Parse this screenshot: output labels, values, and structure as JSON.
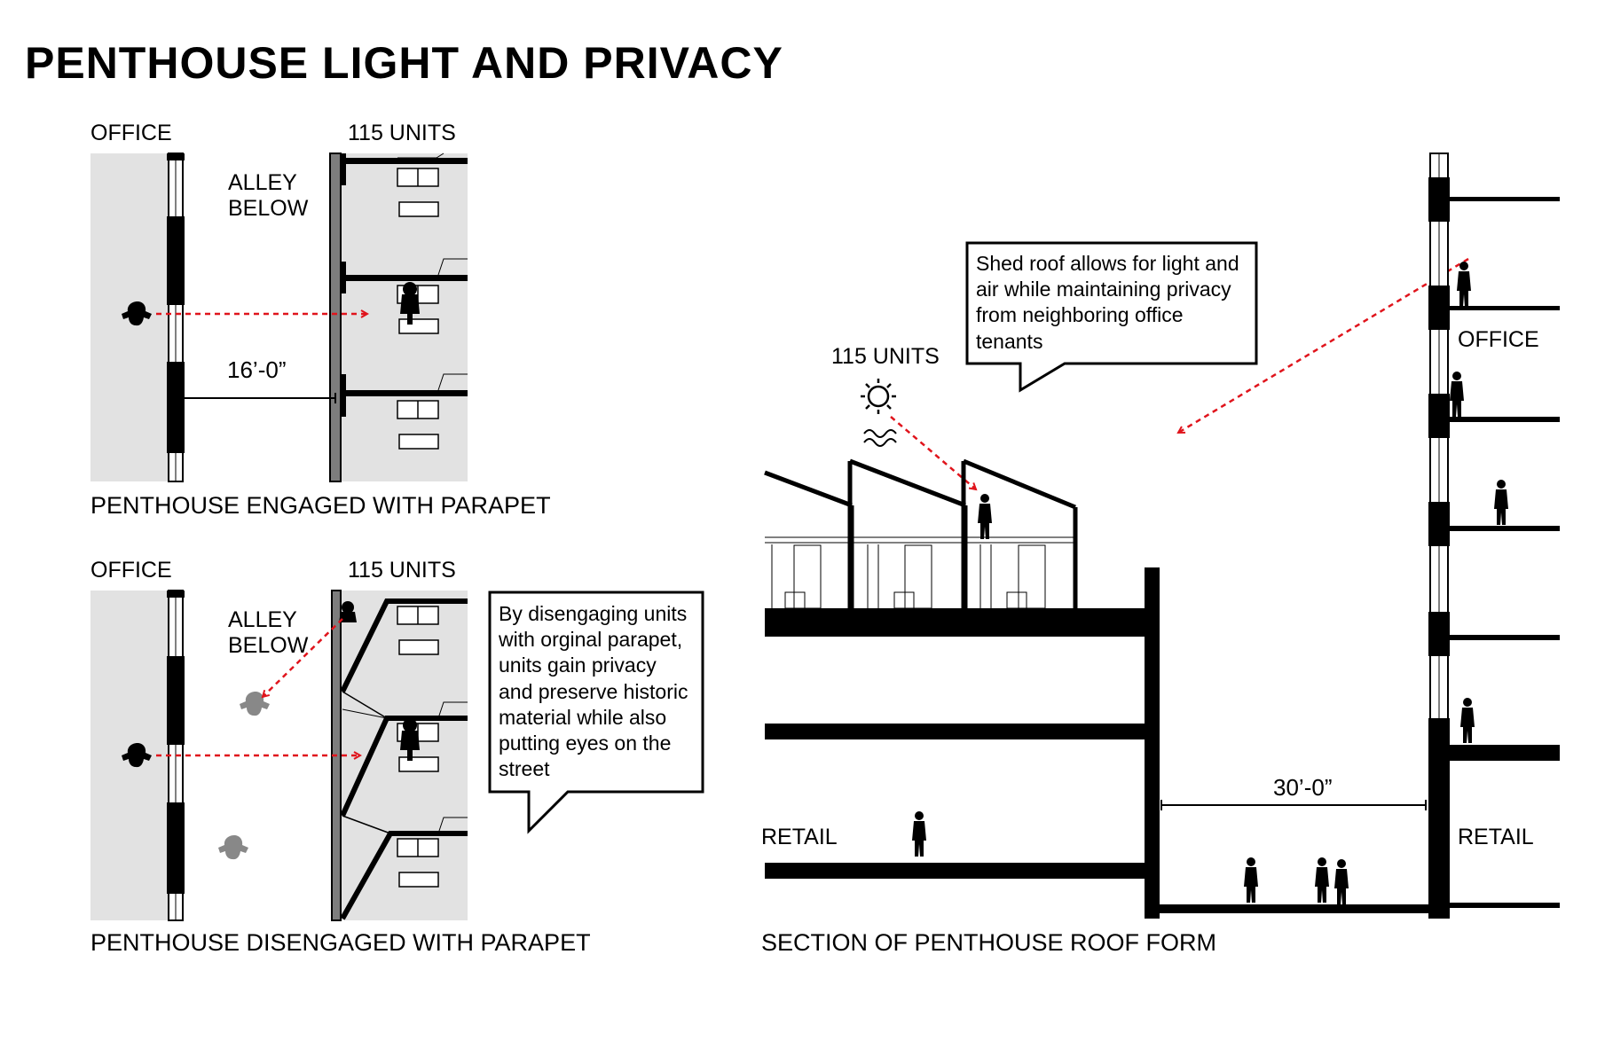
{
  "title": "PENTHOUSE LIGHT AND PRIVACY",
  "panel_engaged": {
    "office_label": "OFFICE",
    "units_label": "115 UNITS",
    "alley_line1": "ALLEY",
    "alley_line2": "BELOW",
    "dimension": "16’-0”",
    "caption": "PENTHOUSE ENGAGED WITH PARAPET"
  },
  "panel_disengaged": {
    "office_label": "OFFICE",
    "units_label": "115 UNITS",
    "alley_line1": "ALLEY",
    "alley_line2": "BELOW",
    "caption": "PENTHOUSE DISENGAGED WITH PARAPET",
    "note_lines": [
      "By disengaging units",
      "with orginal parapet,",
      "units gain privacy",
      "and preserve historic",
      "material while also",
      "putting eyes on the",
      "street"
    ]
  },
  "section": {
    "units_label": "115 UNITS",
    "note_lines": [
      "Shed roof allows for light and",
      "air while maintaining privacy",
      "from neighboring office",
      "tenants"
    ],
    "office_label": "OFFICE",
    "retail_left": "RETAIL",
    "retail_right": "RETAIL",
    "dimension": "30’-0”",
    "caption": "SECTION OF PENTHOUSE ROOF FORM"
  },
  "colors": {
    "line": "#000000",
    "floor_fill": "#e2e2e2",
    "sight_arrow": "#e0141c",
    "parapet": "#808080"
  }
}
